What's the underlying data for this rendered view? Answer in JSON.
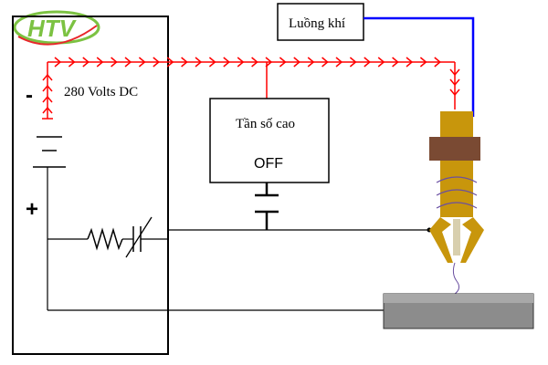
{
  "logo": {
    "text": "HTV",
    "color": "#7cc242",
    "accent": "#e8262a"
  },
  "gas_box": {
    "label": "Luồng khí"
  },
  "hf_box": {
    "title": "Tần số cao",
    "state": "OFF"
  },
  "power": {
    "label": "280 Volts DC",
    "minus": "-",
    "plus": "+"
  },
  "colors": {
    "flow": "#ff0000",
    "gas": "#0000ff",
    "wire": "#000000",
    "torch": "#c8960c",
    "collar": "#7a4a33",
    "workpiece": "#8c8c8c",
    "arc": "#6a4fa0"
  }
}
